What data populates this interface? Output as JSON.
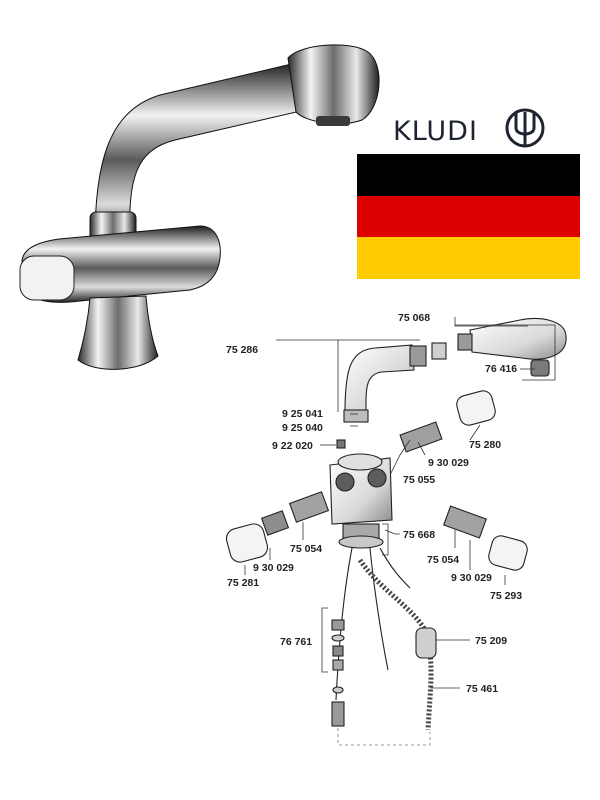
{
  "brand": {
    "name": "KLUDI",
    "flag_colors": [
      "#000000",
      "#dd0000",
      "#ffcc00"
    ]
  },
  "product_photo": {
    "icon": "faucet-photo"
  },
  "parts": {
    "p75068": "75 068",
    "p75286": "75 286",
    "p76416": "76 416",
    "p925041": "9 25 041",
    "p925040": "9 25 040",
    "p75280": "75 280",
    "p922020": "9 22 020",
    "p930029_top": "9 30 029",
    "p75055": "75 055",
    "p75668": "75 668",
    "p75054_left": "75 054",
    "p75054_right": "75 054",
    "p930029_left": "9 30 029",
    "p930029_right": "9 30 029",
    "p75281": "75 281",
    "p75293": "75 293",
    "p76761": "76 761",
    "p75209": "75 209",
    "p75461": "75 461"
  }
}
